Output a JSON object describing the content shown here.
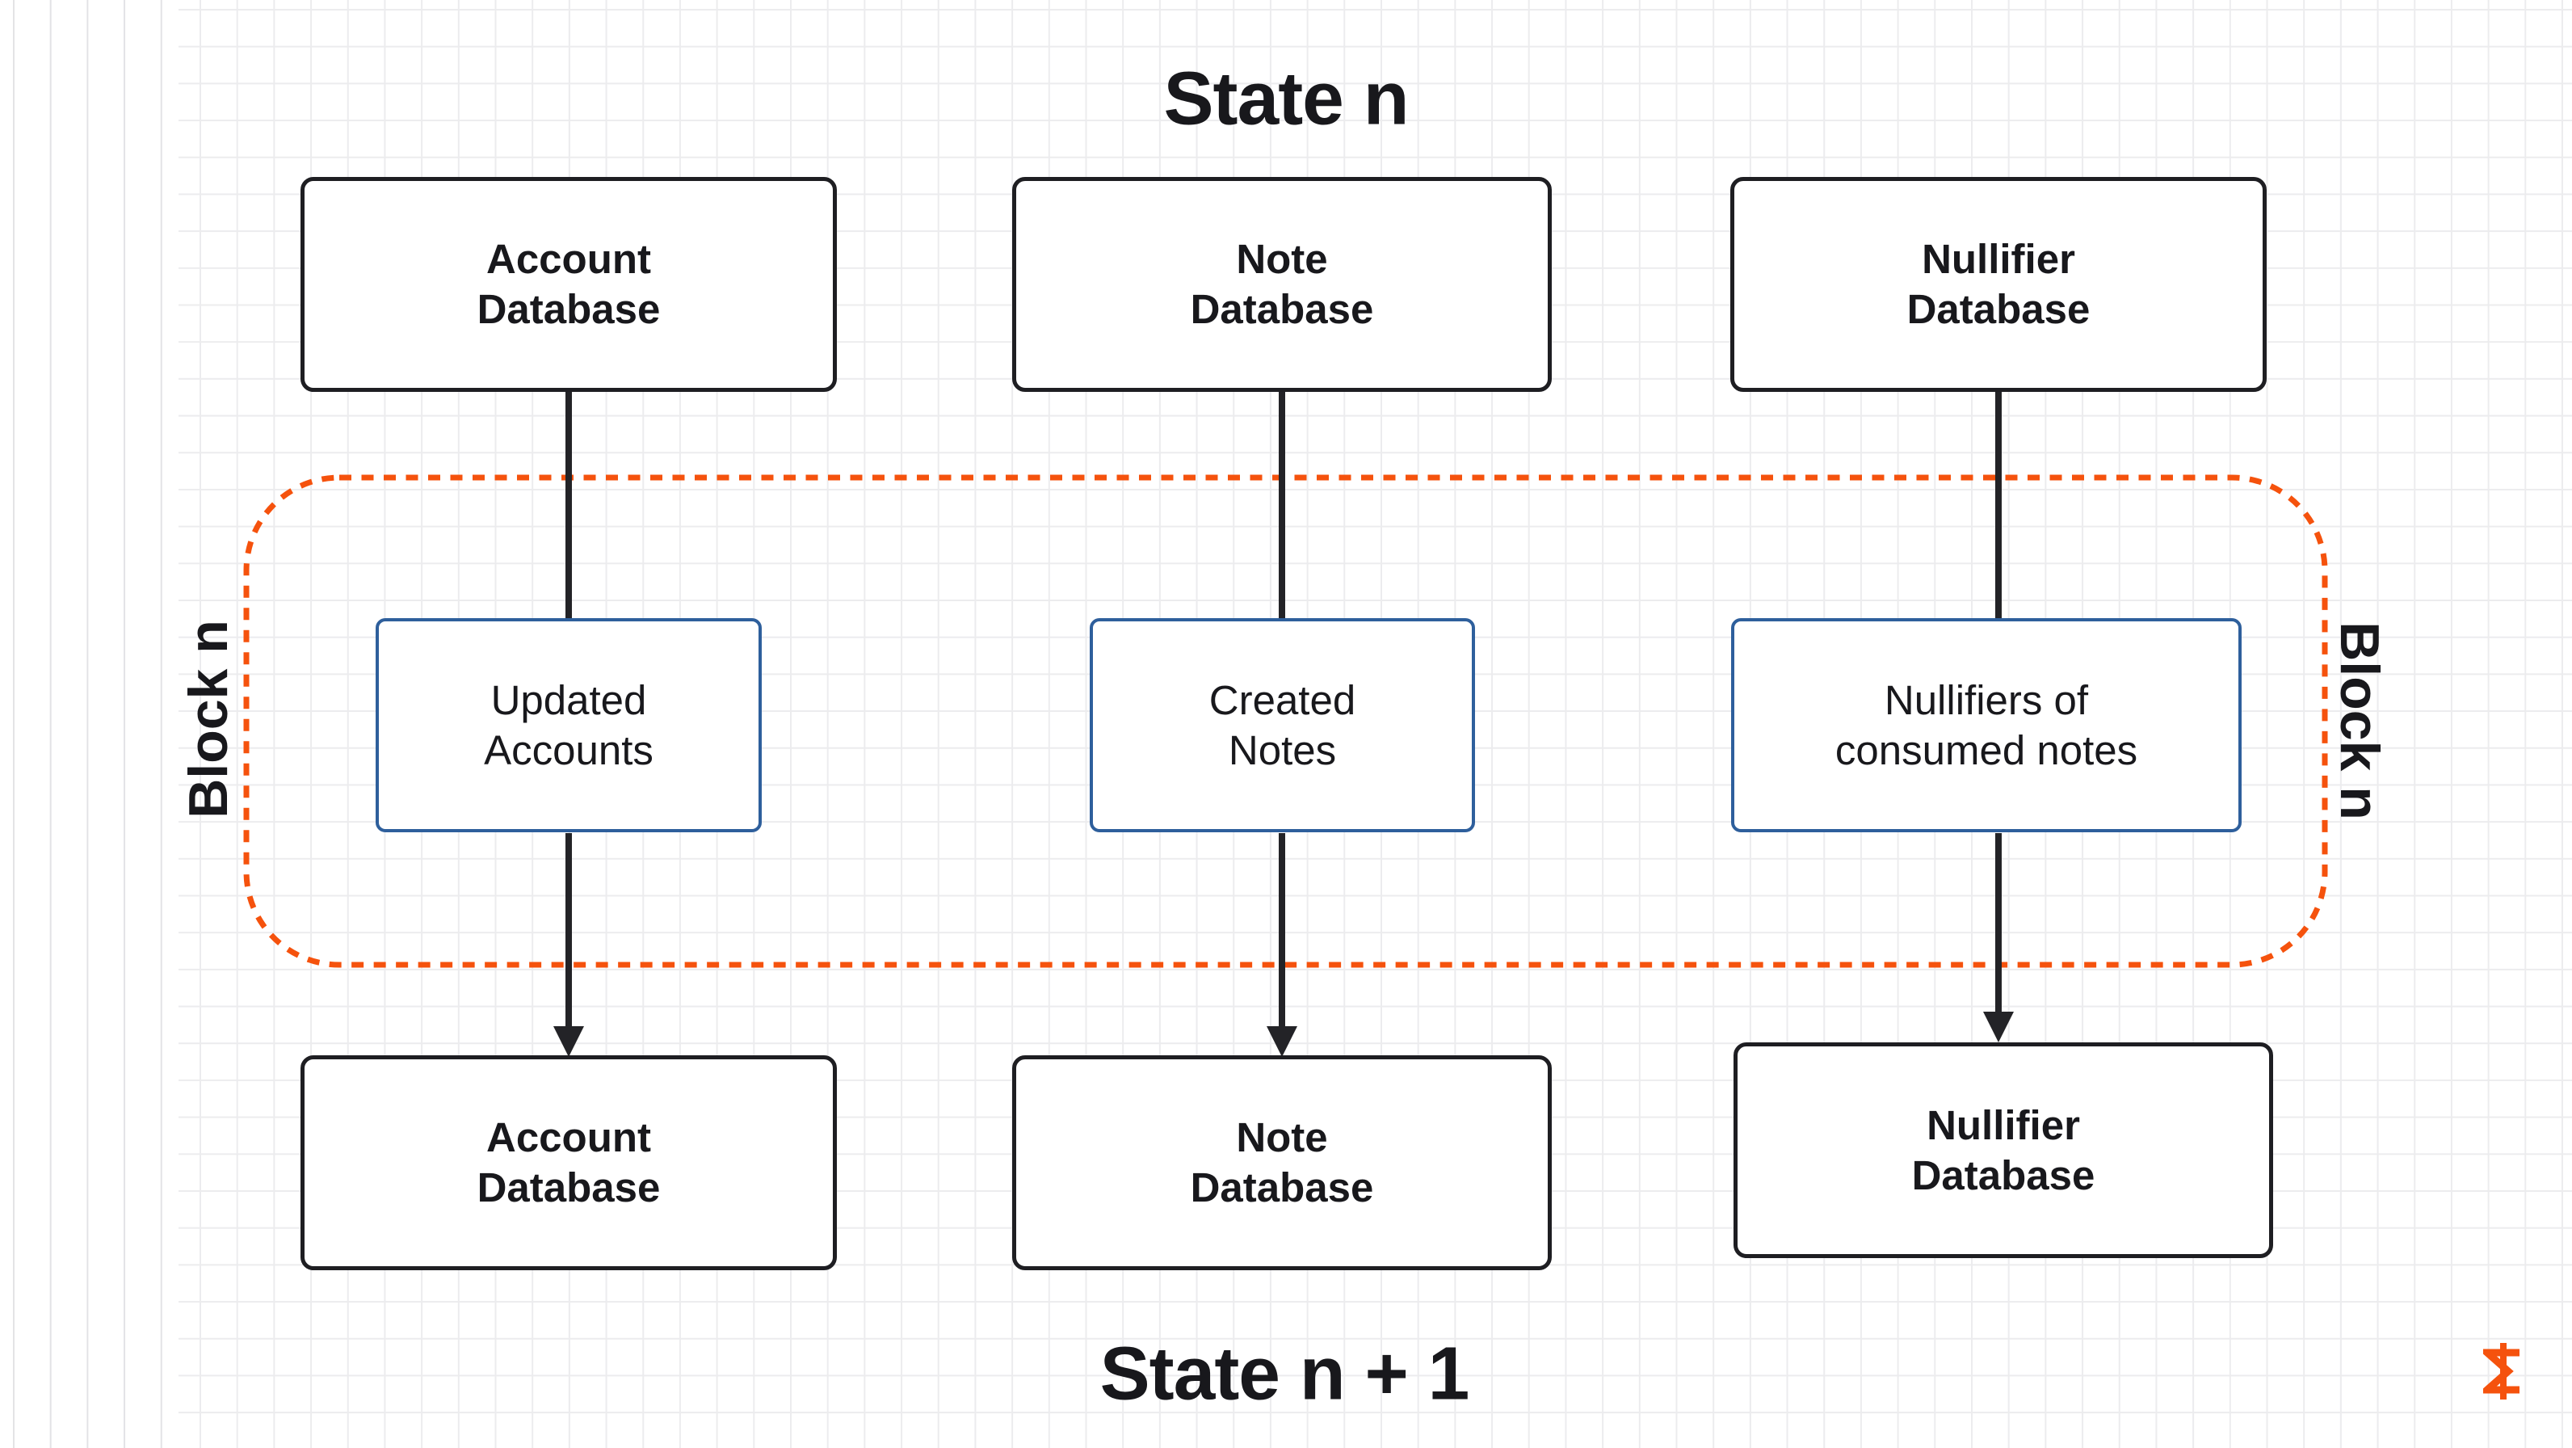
{
  "diagram": {
    "title_top": "State n",
    "title_bottom": "State n + 1",
    "block_label_left": "Block n",
    "block_label_right": "Block n",
    "state_n": {
      "account_db": "Account\nDatabase",
      "note_db": "Note\nDatabase",
      "nullifier_db": "Nullifier\nDatabase"
    },
    "block_n": {
      "updated_accounts": "Updated\nAccounts",
      "created_notes": "Created\nNotes",
      "nullifiers_consumed": "Nullifiers of\nconsumed notes"
    },
    "state_n_plus_1": {
      "account_db": "Account\nDatabase",
      "note_db": "Note\nDatabase",
      "nullifier_db": "Nullifier\nDatabase"
    },
    "logo": "miden-sigma-logo",
    "colors": {
      "accent_orange": "#F5520D",
      "box_border_blue": "#2E5F9C",
      "connector_black": "#232327",
      "node_border_black": "#1E1E22",
      "grid_line": "#ECECEE",
      "grid_strip_line": "#E3E3E6",
      "text": "#18181C",
      "background": "#FFFFFF"
    }
  }
}
